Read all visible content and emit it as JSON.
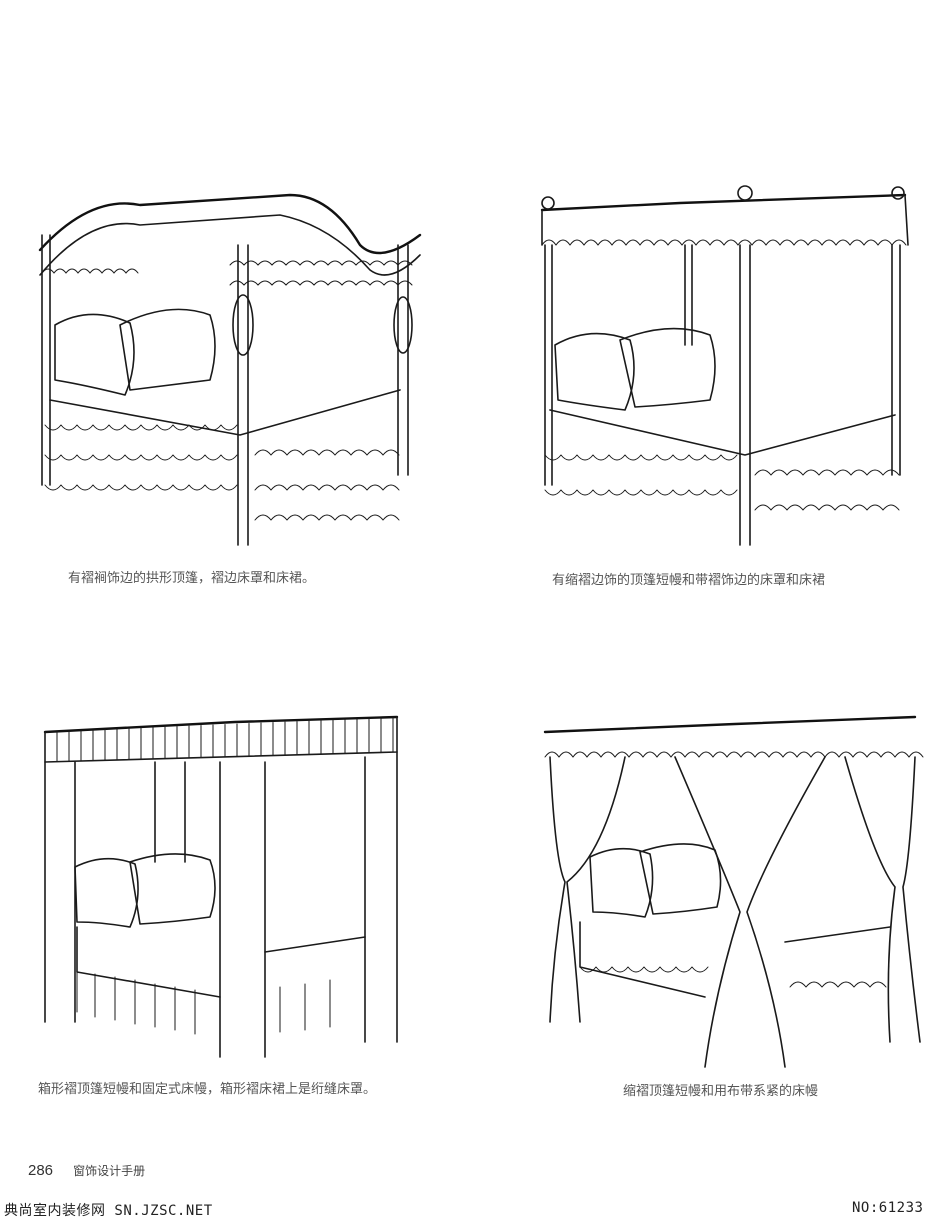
{
  "figures": [
    {
      "caption": "有褶裥饰边的拱形顶篷，褶边床罩和床裙。"
    },
    {
      "caption": "有缩褶边饰的顶篷短幔和带褶饰边的床罩和床裙"
    },
    {
      "caption": "箱形褶顶篷短幔和固定式床幔，箱形褶床裙上是绗缝床罩。"
    },
    {
      "caption": "缩褶顶篷短幔和用布带系紧的床幔"
    }
  ],
  "footer": {
    "page_number": "286",
    "book_title": "窗饰设计手册"
  },
  "watermark": {
    "site": "典尚室内装修网 SN.JZSC.NET",
    "id": "NO:61233"
  }
}
